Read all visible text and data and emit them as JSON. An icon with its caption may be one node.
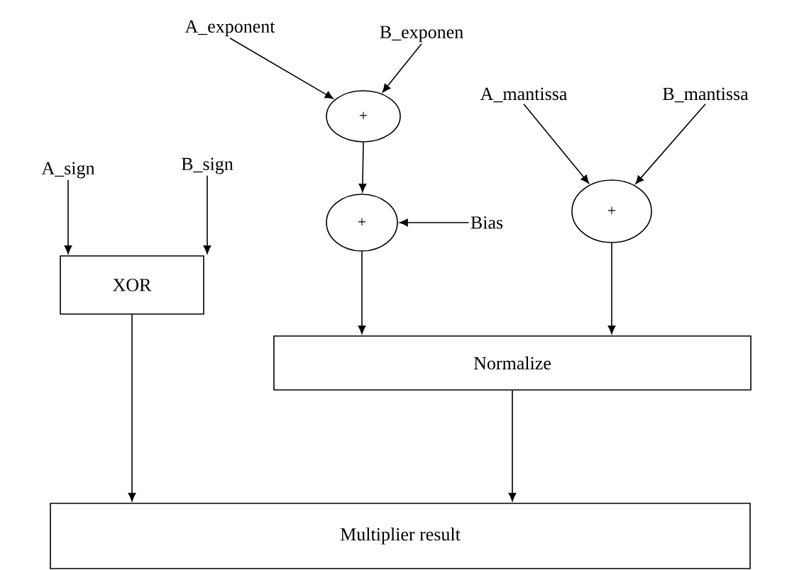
{
  "diagram": {
    "nodes": [
      {
        "text": [
          "A_exponent"
        ]
      },
      {
        "text": [
          "B_exponen"
        ]
      },
      {
        "text": [
          "+"
        ]
      },
      {
        "text": [
          "A_mantissa"
        ]
      },
      {
        "text": [
          "B_mantissa"
        ]
      },
      {
        "text": [
          "A_sign"
        ]
      },
      {
        "text": [
          "B_sign"
        ]
      },
      {
        "text": [
          "+"
        ]
      },
      {
        "text": [
          "Bias"
        ]
      },
      {
        "text": [
          "+"
        ]
      },
      {
        "text": [
          "XOR"
        ]
      },
      {
        "text": [
          "Normalize"
        ]
      },
      {
        "text": [
          "Multiplier result"
        ]
      }
    ],
    "edges": [
      {
        "from": 0,
        "to": 2,
        "arrow": "to"
      },
      {
        "from": 1,
        "to": 2,
        "arrow": "to"
      },
      {
        "from": 3,
        "to": 9,
        "arrow": "to"
      },
      {
        "from": 4,
        "to": 9,
        "arrow": "to"
      },
      {
        "from": 5,
        "to": 10,
        "arrow": "to"
      },
      {
        "from": 6,
        "to": 10,
        "arrow": "to"
      },
      {
        "from": 2,
        "to": 7,
        "arrow": "to"
      },
      {
        "from": 8,
        "to": 7,
        "arrow": "to"
      },
      {
        "from": 7,
        "to": 11,
        "arrow": "to"
      },
      {
        "from": 9,
        "to": 11,
        "arrow": "to"
      },
      {
        "from": 10,
        "to": 12,
        "arrow": "to"
      },
      {
        "from": 11,
        "to": 12,
        "arrow": "to"
      }
    ]
  }
}
